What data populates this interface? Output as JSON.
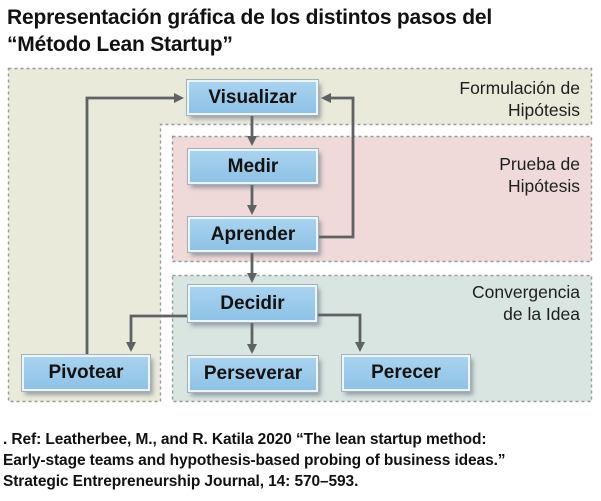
{
  "title": {
    "line1": "Representación gráfica de los distintos pasos del",
    "line2": "“Método Lean Startup”"
  },
  "regions": {
    "formulacion": {
      "label_line1": "Formulación de",
      "label_line2": "Hipótesis"
    },
    "prueba": {
      "label_line1": "Prueba de",
      "label_line2": "Hipótesis"
    },
    "convergencia": {
      "label_line1": "Convergencia",
      "label_line2": "de la Idea"
    }
  },
  "nodes": {
    "visualizar": {
      "label": "Visualizar"
    },
    "medir": {
      "label": "Medir"
    },
    "aprender": {
      "label": "Aprender"
    },
    "decidir": {
      "label": "Decidir"
    },
    "pivotear": {
      "label": "Pivotear"
    },
    "perseverar": {
      "label": "Perseverar"
    },
    "perecer": {
      "label": "Perecer"
    }
  },
  "edges": [
    {
      "from": "Visualizar",
      "to": "Medir"
    },
    {
      "from": "Medir",
      "to": "Aprender"
    },
    {
      "from": "Aprender",
      "to": "Decidir"
    },
    {
      "from": "Aprender",
      "to": "Visualizar"
    },
    {
      "from": "Decidir",
      "to": "Perseverar"
    },
    {
      "from": "Decidir",
      "to": "Perecer"
    },
    {
      "from": "Decidir",
      "to": "Pivotear"
    },
    {
      "from": "Pivotear",
      "to": "Visualizar"
    }
  ],
  "footer": {
    "line1": ". Ref: Leatherbee, M., and R. Katila 2020 “The lean startup method:",
    "line2": "Early-stage teams and hypothesis-based probing of business ideas.”",
    "line3": "Strategic Entrepreneurship Journal, 14: 570–593."
  },
  "colors": {
    "region_formulacion": "#eaeadb",
    "region_prueba": "#efd9d9",
    "region_convergencia": "#d8e5e1",
    "node_fill": "#94c6e8",
    "dash_border": "#9a9a9a",
    "arrow": "#5f6263"
  }
}
